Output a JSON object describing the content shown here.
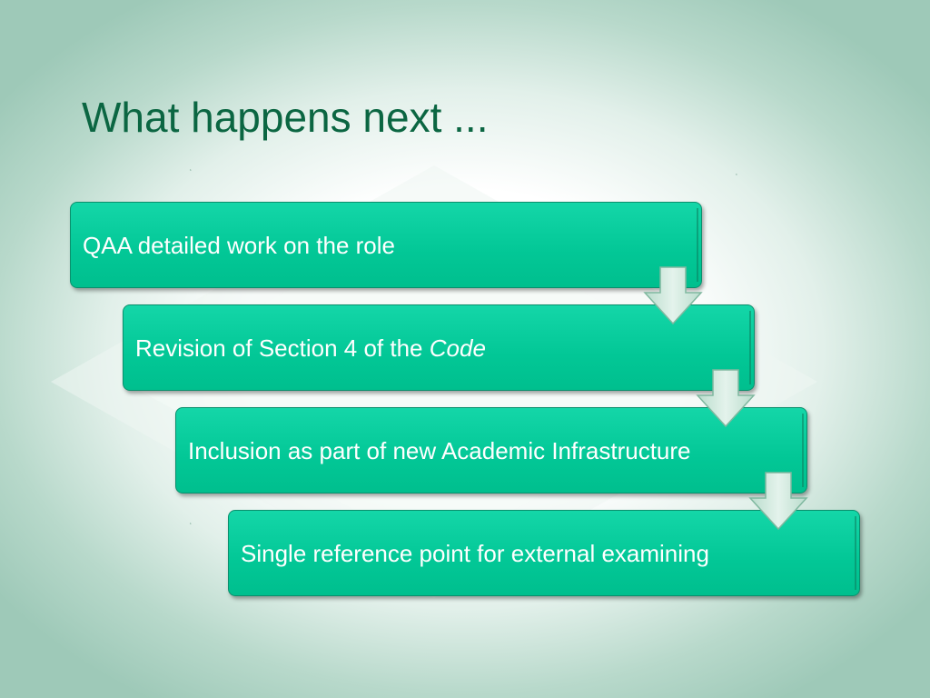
{
  "slide": {
    "title": "What happens next ..."
  },
  "colors": {
    "title": "#0b6642",
    "box_fill": "#02c796",
    "box_border": "#0a8f6c",
    "box_text": "#ffffff",
    "arrow_fill": "#c9e4d8",
    "arrow_stroke": "#7fb89f"
  },
  "process": {
    "steps": [
      {
        "text": "QAA detailed work on the role",
        "emphasis": ""
      },
      {
        "text": "Revision of Section 4 of the ",
        "emphasis": "Code"
      },
      {
        "text": "Inclusion as part of new Academic Infrastructure",
        "emphasis": ""
      },
      {
        "text": "Single reference point for external examining",
        "emphasis": ""
      }
    ],
    "connector_icon": "down-arrow-icon"
  }
}
